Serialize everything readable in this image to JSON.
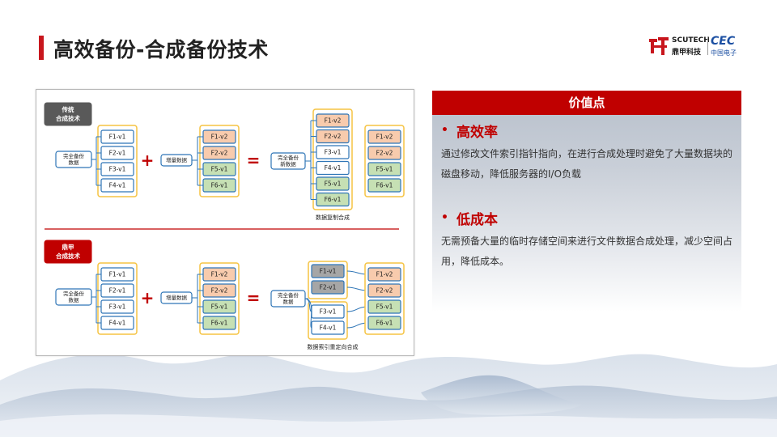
{
  "title": "高效备份-合成备份技术",
  "logo": {
    "brand_en": "SCUTECH",
    "brand_cn": "鼎甲科技",
    "partner": "CEC",
    "partner_cn": "中国电子"
  },
  "diagram": {
    "traditional": {
      "label_line1": "传统",
      "label_line2": "合成技术",
      "full_backup": "完全备份\n数据",
      "full_files": [
        "F1-v1",
        "F2-v1",
        "F3-v1",
        "F4-v1"
      ],
      "incremental": "增量数据",
      "inc_files": [
        "F1-v2",
        "F2-v2",
        "F5-v1",
        "F6-v1"
      ],
      "new_data": "完全备份\n新数据",
      "copied_files": [
        "F1-v2",
        "F2-v2",
        "F3-v1",
        "F4-v1",
        "F5-v1",
        "F6-v1"
      ],
      "result_files": [
        "F1-v2",
        "F2-v2",
        "F5-v1",
        "F6-v1"
      ],
      "caption": "数据复制合成"
    },
    "scutech": {
      "label_line1": "鼎甲",
      "label_line2": "合成技术",
      "full_backup": "完全备份\n数据",
      "full_files": [
        "F1-v1",
        "F2-v1",
        "F3-v1",
        "F4-v1"
      ],
      "incremental": "增量数据",
      "inc_files": [
        "F1-v2",
        "F2-v2",
        "F5-v1",
        "F6-v1"
      ],
      "new_data": "完全备份\n数据",
      "obsolete_files": [
        "F1-v1",
        "F2-v1"
      ],
      "kept_files": [
        "F3-v1",
        "F4-v1"
      ],
      "result_files": [
        "F1-v2",
        "F2-v2",
        "F5-v1",
        "F6-v1"
      ],
      "caption": "数据索引重定向合成"
    },
    "plus": "+",
    "equals": "="
  },
  "value_panel": {
    "header": "价值点",
    "points": [
      {
        "bullet": "•",
        "title": "高效率",
        "desc": "通过修改文件索引指针指向，在进行合成处理时避免了大量数据块的磁盘移动，降低服务器的I/O负载"
      },
      {
        "bullet": "•",
        "title": "低成本",
        "desc": "无需预备大量的临时存储空间来进行文件数据合成处理，减少空间占用，降低成本。"
      }
    ]
  },
  "colors": {
    "accent_red": "#c00000",
    "title_bar": "#c8161d",
    "orange_fill": "#f8cbad",
    "green_fill": "#c6e0b4",
    "gray_fill": "#a6a6a6",
    "white_fill": "#ffffff",
    "blue_border": "#2e75b6",
    "gold_border": "#f5c342"
  }
}
